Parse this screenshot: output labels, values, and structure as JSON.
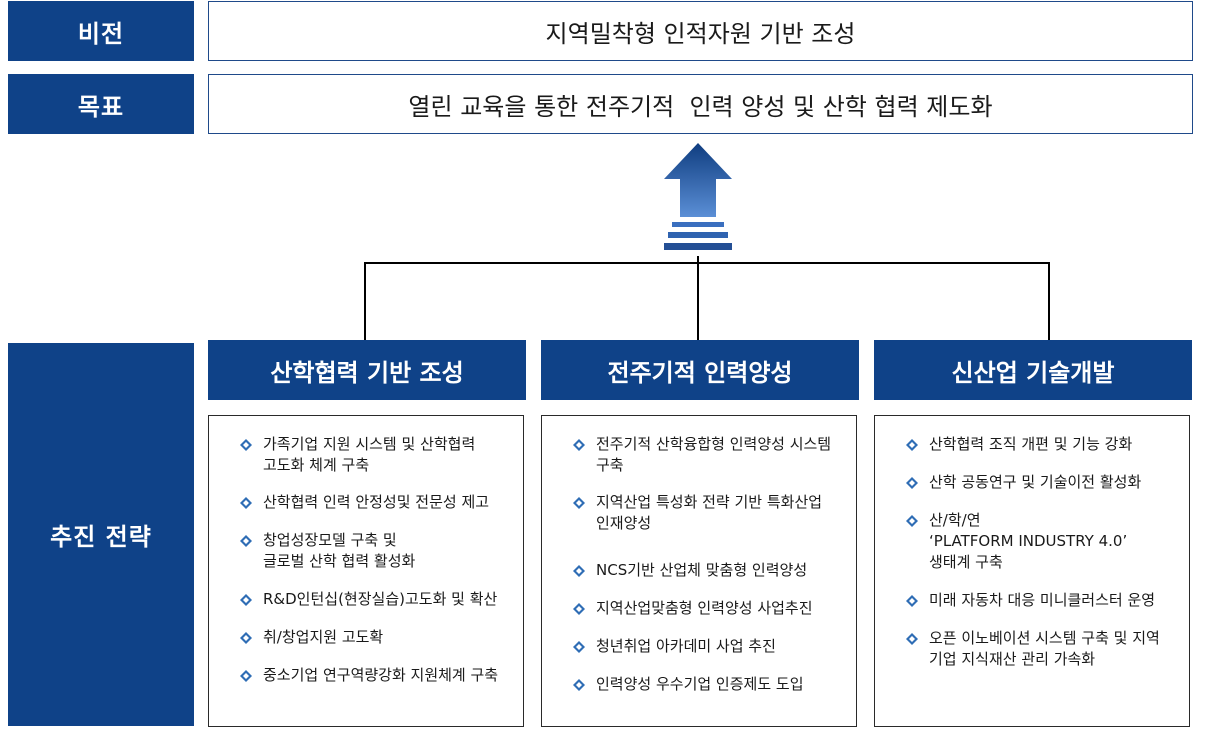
{
  "vision": {
    "label": "비전",
    "text": "지역밀착형 인적자원 기반 조성"
  },
  "goal": {
    "label": "목표",
    "text": "열린 교육을 통한 전주기적  인력 양성 및 산학 협력 제도화"
  },
  "strategy": {
    "label": "추진 전략"
  },
  "columns": [
    {
      "title": "산학협력 기반 조성",
      "items": [
        "가족기업 지원 시스템 및 산학협력\n고도화 체계 구축",
        "산학협력 인력 안정성및 전문성 제고",
        "창업성장모델 구축 및\n글로벌 산학 협력 활성화",
        "R&D인턴십(현장실습)고도화 및 확산",
        "취/창업지원 고도확",
        "중소기업 연구역량강화 지원체계 구축"
      ]
    },
    {
      "title": "전주기적 인력양성",
      "items": [
        "전주기적 산학융합형 인력양성 시스템\n구축",
        "지역산업 특성화 전략 기반 특화산업\n인재양성",
        "NCS기반 산업체 맞춤형 인력양성",
        "지역산업맞춤형 인력양성 사업추진",
        "청년취업 아카데미 사업 추진",
        "인력양성 우수기업 인증제도 도입"
      ]
    },
    {
      "title": "신산업 기술개발",
      "items": [
        "산학협력 조직 개편 및 기능 강화",
        "산학 공동연구 및 기술이전 활성화",
        "산/학/연\n‘PLATFORM INDUSTRY 4.0’\n생태계 구축",
        "미래 자동차 대응 미니클러스터 운영",
        "오픈 이노베이션 시스템 구축 및 지역\n기업 지식재산 관리 가속화"
      ]
    }
  ],
  "colors": {
    "navy": "#0f4288",
    "arrow_light": "#5b8fd6",
    "bullet": "#2f6db5"
  },
  "icons": {
    "arrow": "up-arrow-icon",
    "bullet": "diamond-bullet-icon"
  }
}
